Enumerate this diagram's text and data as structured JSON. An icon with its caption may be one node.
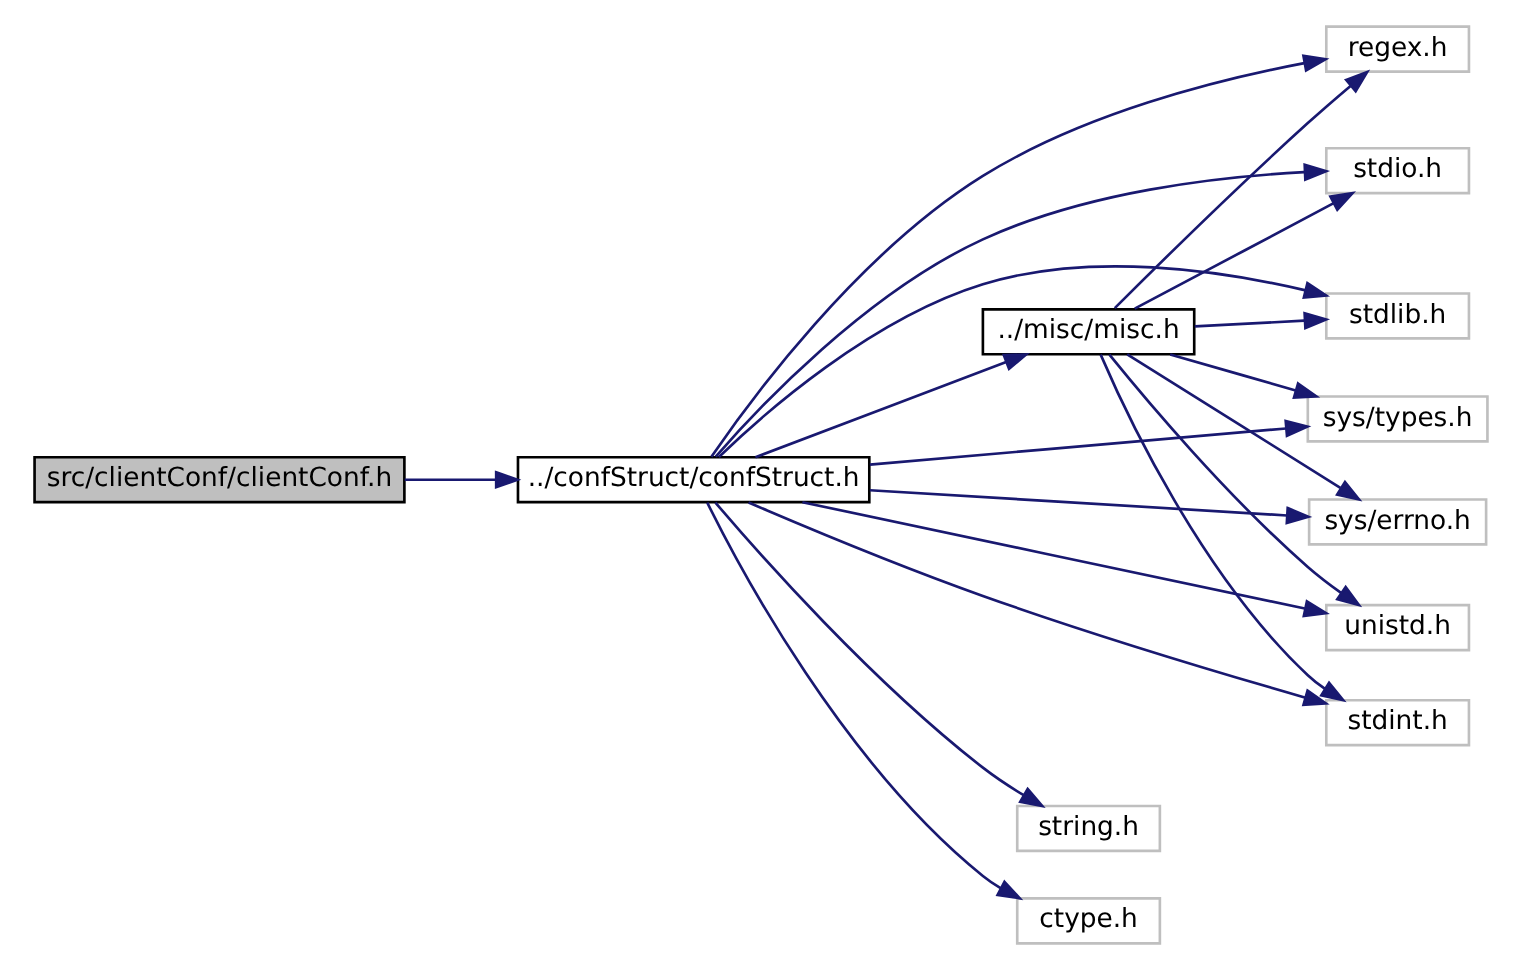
{
  "diagram": {
    "nodes": [
      {
        "text": [
          "src/clientConf/clientConf.h"
        ]
      },
      {
        "text": [
          "../confStruct/confStruct.h"
        ]
      },
      {
        "text": [
          "../misc/misc.h"
        ]
      },
      {
        "text": [
          "string.h"
        ]
      },
      {
        "text": [
          "regex.h"
        ]
      },
      {
        "text": [
          "stdio.h"
        ]
      },
      {
        "text": [
          "stdlib.h"
        ]
      },
      {
        "text": [
          "sys/types.h"
        ]
      },
      {
        "text": [
          "sys/errno.h"
        ]
      },
      {
        "text": [
          "unistd.h"
        ]
      },
      {
        "text": [
          "stdint.h"
        ]
      },
      {
        "text": [
          "ctype.h"
        ]
      }
    ],
    "edges": [
      {
        "from": 0,
        "to": 1,
        "arrow": "to"
      },
      {
        "from": 1,
        "to": 3,
        "arrow": "to"
      },
      {
        "from": 1,
        "to": 4,
        "arrow": "to"
      },
      {
        "from": 1,
        "to": 5,
        "arrow": "to"
      },
      {
        "from": 1,
        "to": 6,
        "arrow": "to"
      },
      {
        "from": 1,
        "to": 2,
        "arrow": "to"
      },
      {
        "from": 1,
        "to": 7,
        "arrow": "to"
      },
      {
        "from": 1,
        "to": 8,
        "arrow": "to"
      },
      {
        "from": 1,
        "to": 9,
        "arrow": "to"
      },
      {
        "from": 1,
        "to": 10,
        "arrow": "to"
      },
      {
        "from": 1,
        "to": 11,
        "arrow": "to"
      },
      {
        "from": 2,
        "to": 4,
        "arrow": "to"
      },
      {
        "from": 2,
        "to": 5,
        "arrow": "to"
      },
      {
        "from": 2,
        "to": 6,
        "arrow": "to"
      },
      {
        "from": 2,
        "to": 7,
        "arrow": "to"
      },
      {
        "from": 2,
        "to": 8,
        "arrow": "to"
      },
      {
        "from": 2,
        "to": 9,
        "arrow": "to"
      },
      {
        "from": 2,
        "to": 10,
        "arrow": "to"
      }
    ]
  }
}
